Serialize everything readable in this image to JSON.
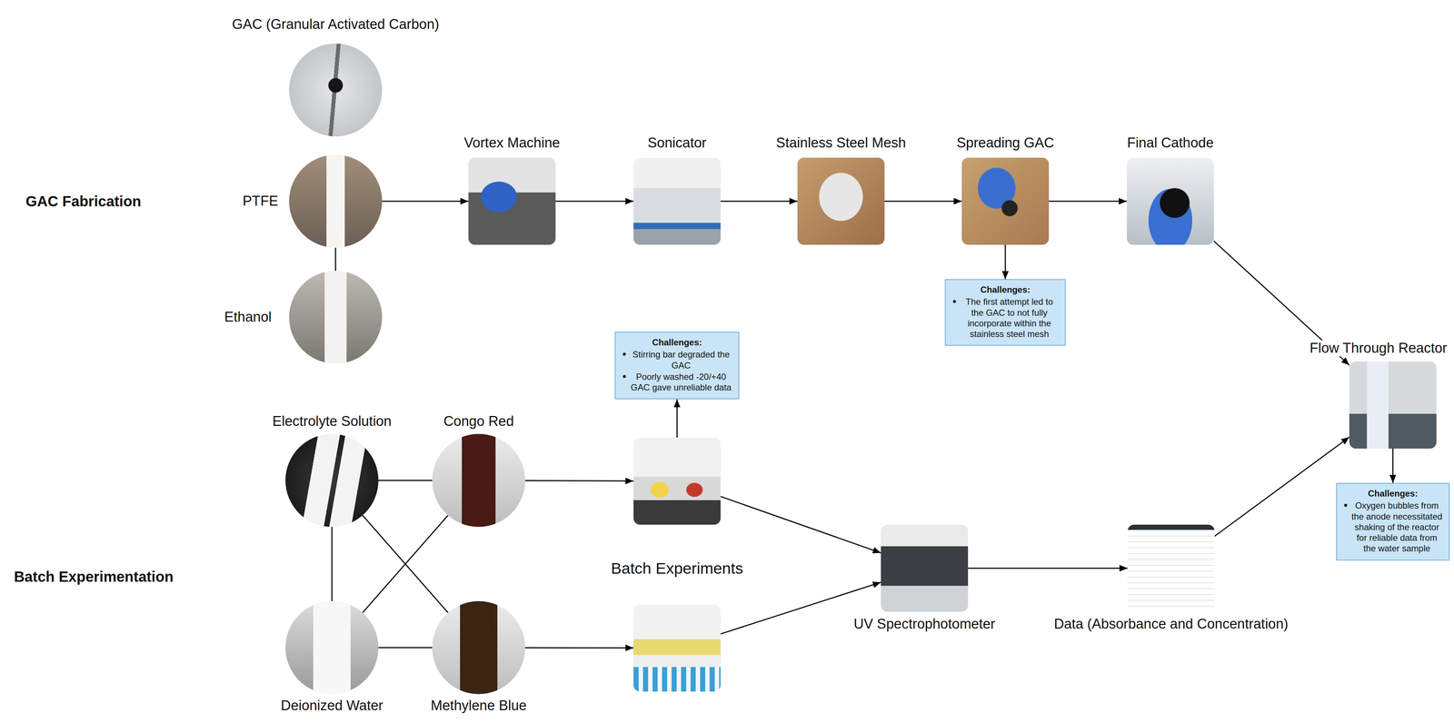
{
  "diagram": {
    "nodes": [
      {
        "text": [
          "GAC (Granular Activated Carbon)"
        ]
      },
      {
        "text": [
          "PTFE"
        ]
      },
      {
        "text": [
          "Ethanol"
        ]
      },
      {
        "text": [
          "Vortex Machine"
        ]
      },
      {
        "text": [
          "Sonicator"
        ]
      },
      {
        "text": [
          "Stainless Steel Mesh"
        ]
      },
      {
        "text": [
          "Spreading GAC"
        ]
      },
      {
        "text": [
          "Final Cathode"
        ]
      },
      {
        "text": [
          "Challenges:",
          "The first attempt led to the GAC to not fully incorporate within the stainless steel mesh"
        ]
      },
      {
        "text": [
          "Challenges:",
          "Stirring bar degraded the GAC",
          "Poorly washed -20/+40 GAC gave unreliable data"
        ]
      },
      {
        "text": [
          "Flow Through Reactor"
        ]
      },
      {
        "text": [
          "Electrolyte Solution"
        ]
      },
      {
        "text": [
          "Congo Red"
        ]
      },
      {
        "text": []
      },
      {
        "text": [
          "Challenges:",
          "Oxygen bubbles from the anode necessitated shaking of the reactor for reliable data from the water sample"
        ]
      },
      {
        "text": [
          "UV Spectrophotometer"
        ]
      },
      {
        "text": [
          "Data (Absorbance and Concentration)"
        ]
      },
      {
        "text": [
          "Deionized Water"
        ]
      },
      {
        "text": [
          "Methylene Blue"
        ]
      },
      {
        "text": []
      }
    ],
    "edges": [
      {
        "from": 1,
        "to": 3,
        "arrow": "to"
      },
      {
        "from": 1,
        "to": 2,
        "arrow": "none"
      },
      {
        "from": 3,
        "to": 4,
        "arrow": "to"
      },
      {
        "from": 4,
        "to": 5,
        "arrow": "to"
      },
      {
        "from": 5,
        "to": 6,
        "arrow": "to"
      },
      {
        "from": 6,
        "to": 7,
        "arrow": "to"
      },
      {
        "from": 6,
        "to": 8,
        "arrow": "to"
      },
      {
        "from": 7,
        "to": 10,
        "arrow": "to"
      },
      {
        "from": 10,
        "to": 14,
        "arrow": "to"
      },
      {
        "from": 11,
        "to": 12,
        "arrow": "none"
      },
      {
        "from": 11,
        "to": 17,
        "arrow": "none"
      },
      {
        "from": 17,
        "to": 12,
        "arrow": "none"
      },
      {
        "from": 11,
        "to": 18,
        "arrow": "none"
      },
      {
        "from": 17,
        "to": 18,
        "arrow": "none"
      },
      {
        "from": 12,
        "to": 13,
        "arrow": "to"
      },
      {
        "from": 18,
        "to": 19,
        "arrow": "to"
      },
      {
        "from": 13,
        "to": 9,
        "arrow": "to"
      },
      {
        "from": 13,
        "to": 15,
        "arrow": "to"
      },
      {
        "from": 19,
        "to": 15,
        "arrow": "to"
      },
      {
        "from": 15,
        "to": 16,
        "arrow": "to"
      },
      {
        "from": 16,
        "to": 10,
        "arrow": "to"
      }
    ],
    "labels": [
      "GAC Fabrication",
      "Batch Experimentation",
      "Batch Experiments"
    ]
  }
}
